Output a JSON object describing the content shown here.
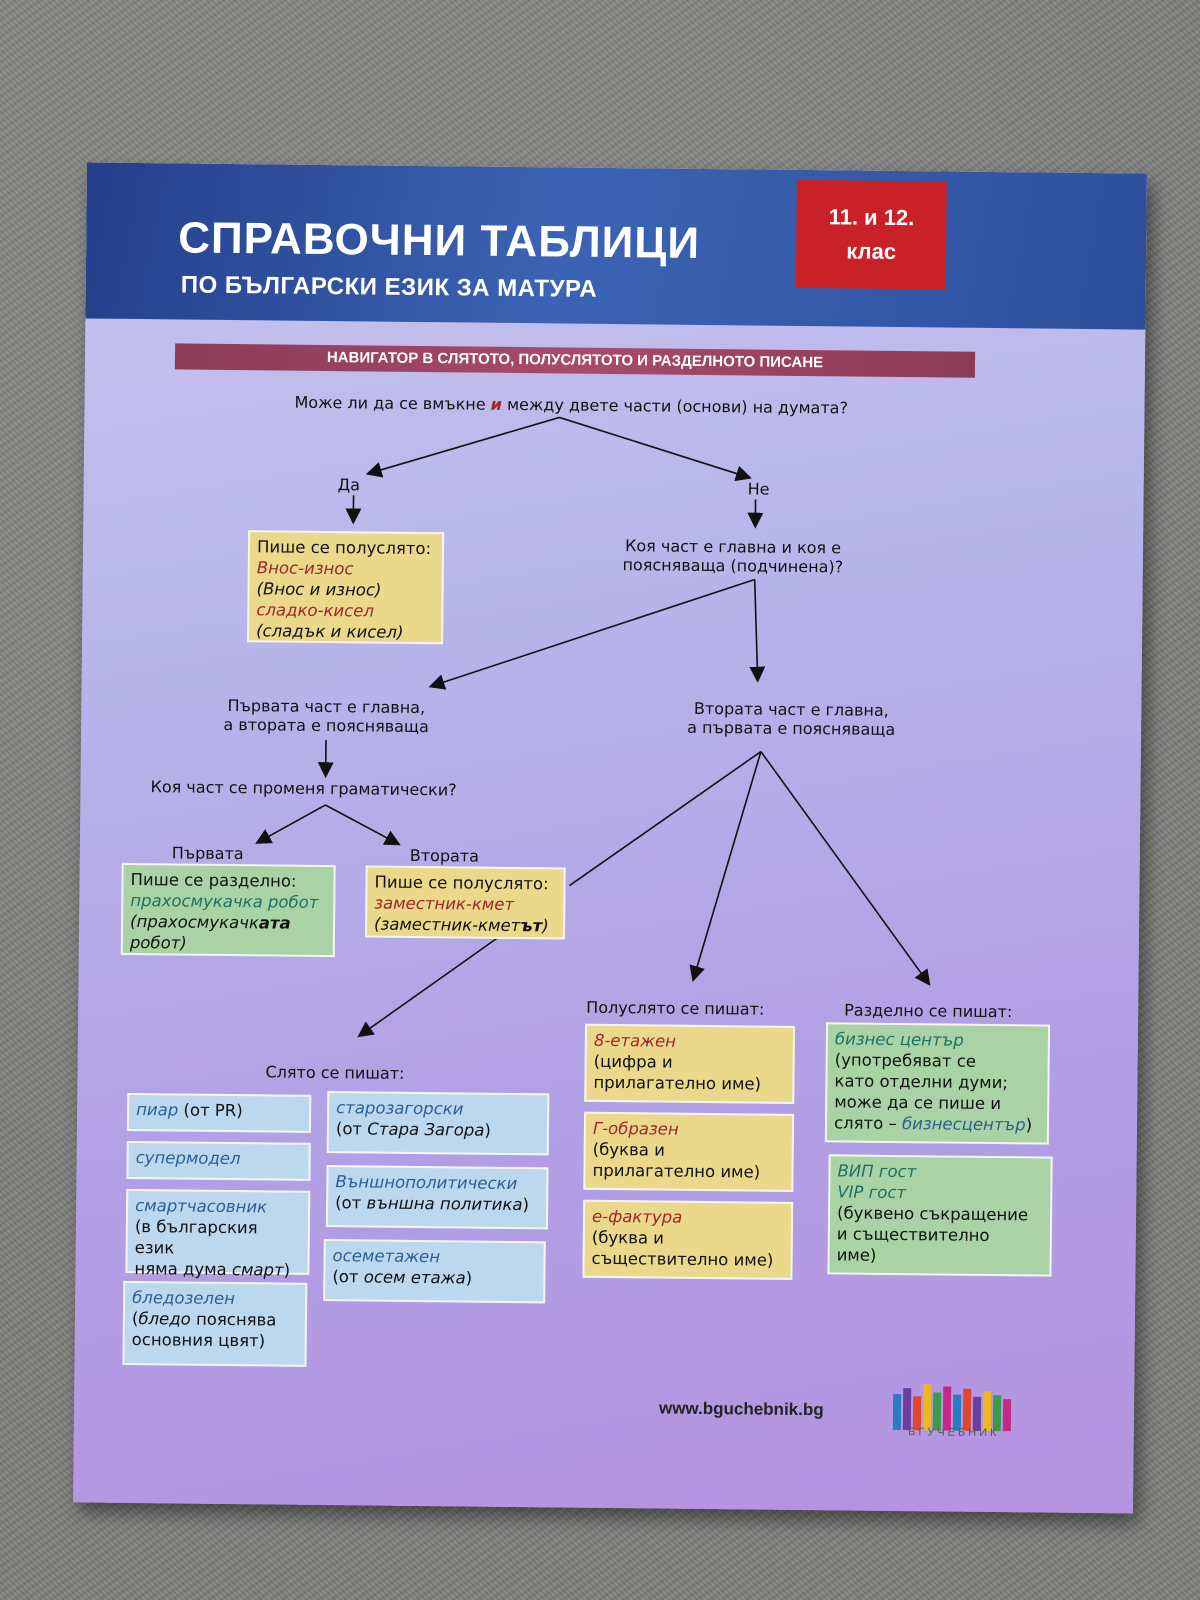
{
  "header": {
    "title": "СПРАВОЧНИ ТАБЛИЦИ",
    "subtitle": "ПО БЪЛГАРСКИ ЕЗИК ЗА МАТУРА",
    "grade_line1": "11. и 12.",
    "grade_line2": "клас"
  },
  "navigator_title": "НАВИГАТОР В СЛЯТОТО, ПОЛУСЛЯТОТО И РАЗДЕЛНОТО ПИСАНЕ",
  "question_main": {
    "before": "Може ли да се вмъкне ",
    "highlight": "и",
    "after": " между двете части (основи) на думата?"
  },
  "answer_yes": "Да",
  "answer_no": "Не",
  "yes_box": {
    "heading": "Пише се полуслято:",
    "ex1": "Внос-износ",
    "ex1_note": "(Внос и износ)",
    "ex2": "сладко-кисел",
    "ex2_note": "(сладък и кисел)"
  },
  "question_main_part": {
    "line1": "Коя част е главна и коя е",
    "line2": "поясняваща (подчинена)?"
  },
  "first_main": {
    "line1": "Първата част е главна,",
    "line2": "а втората е поясняваща"
  },
  "second_main": {
    "line1": "Втората част е главна,",
    "line2": "а първата е поясняваща"
  },
  "question_grammar": "Коя част се променя граматически?",
  "label_first": "Първата",
  "label_second": "Втората",
  "first_box": {
    "heading": "Пише се разделно:",
    "ex": "прахосмукачка робот",
    "note_a": "(прахосмукачк",
    "note_b": "ата",
    "note_c": "робот)"
  },
  "second_box": {
    "heading": "Пише се полуслято:",
    "ex": "заместник-кмет",
    "note_a": "(заместник-кмет",
    "note_b": "ът",
    "note_c": ")"
  },
  "together_heading": "Слято се пишат:",
  "half_heading": "Полуслято се пишат:",
  "separate_heading": "Разделно се пишат:",
  "together_left": [
    {
      "word": "пиар",
      "note": " (от PR)"
    },
    {
      "word": "супермодел",
      "note": ""
    },
    {
      "word": "смартчасовник",
      "note1": "(в българския език",
      "note2a": "няма дума ",
      "note2b": "смарт",
      "note2c": ")"
    },
    {
      "word": "бледозелен",
      "note1a": "(",
      "note1b": "бледо",
      "note1c": " пояснява",
      "note2": "основния цвят)"
    }
  ],
  "together_right": [
    {
      "word": "старозагорски",
      "note_a": "(от ",
      "note_b": "Стара Загора",
      "note_c": ")"
    },
    {
      "word": "Външнополитически",
      "note_a": "(от ",
      "note_b": "външна политика",
      "note_c": ")"
    },
    {
      "word": "осеметажен",
      "note_a": "(от ",
      "note_b": "осем етажа",
      "note_c": ")"
    }
  ],
  "half_items": [
    {
      "word": "8-етажен",
      "note1": "(цифра и",
      "note2": "прилагателно име)"
    },
    {
      "word": "Г-образен",
      "note1": "(буква и",
      "note2": "прилагателно име)"
    },
    {
      "word": "е-фактура",
      "note1": "(буква и",
      "note2": "съществително име)"
    }
  ],
  "separate_items": [
    {
      "word": "бизнес център",
      "l1": "(употребяват се",
      "l2": "като отделни думи;",
      "l3": "може да се пише и",
      "l4a": "слято – ",
      "l4b": "бизнесцентър",
      "l4c": ")"
    },
    {
      "word1": "ВИП гост",
      "word2": "VIP гост",
      "l1": "(буквено съкращение",
      "l2": "и съществително",
      "l3": "име)"
    }
  ],
  "footer": {
    "url": "www.bguchebnik.bg",
    "logo_text": "БГУЧЕБНИК"
  },
  "colors": {
    "header_blue": "#2d4f9e",
    "grade_red": "#c82228",
    "nav_bar": "#a94a6b",
    "box_yellow": "#ead98a",
    "box_green": "#a9d3a5",
    "box_blue": "#bcd8ef"
  }
}
